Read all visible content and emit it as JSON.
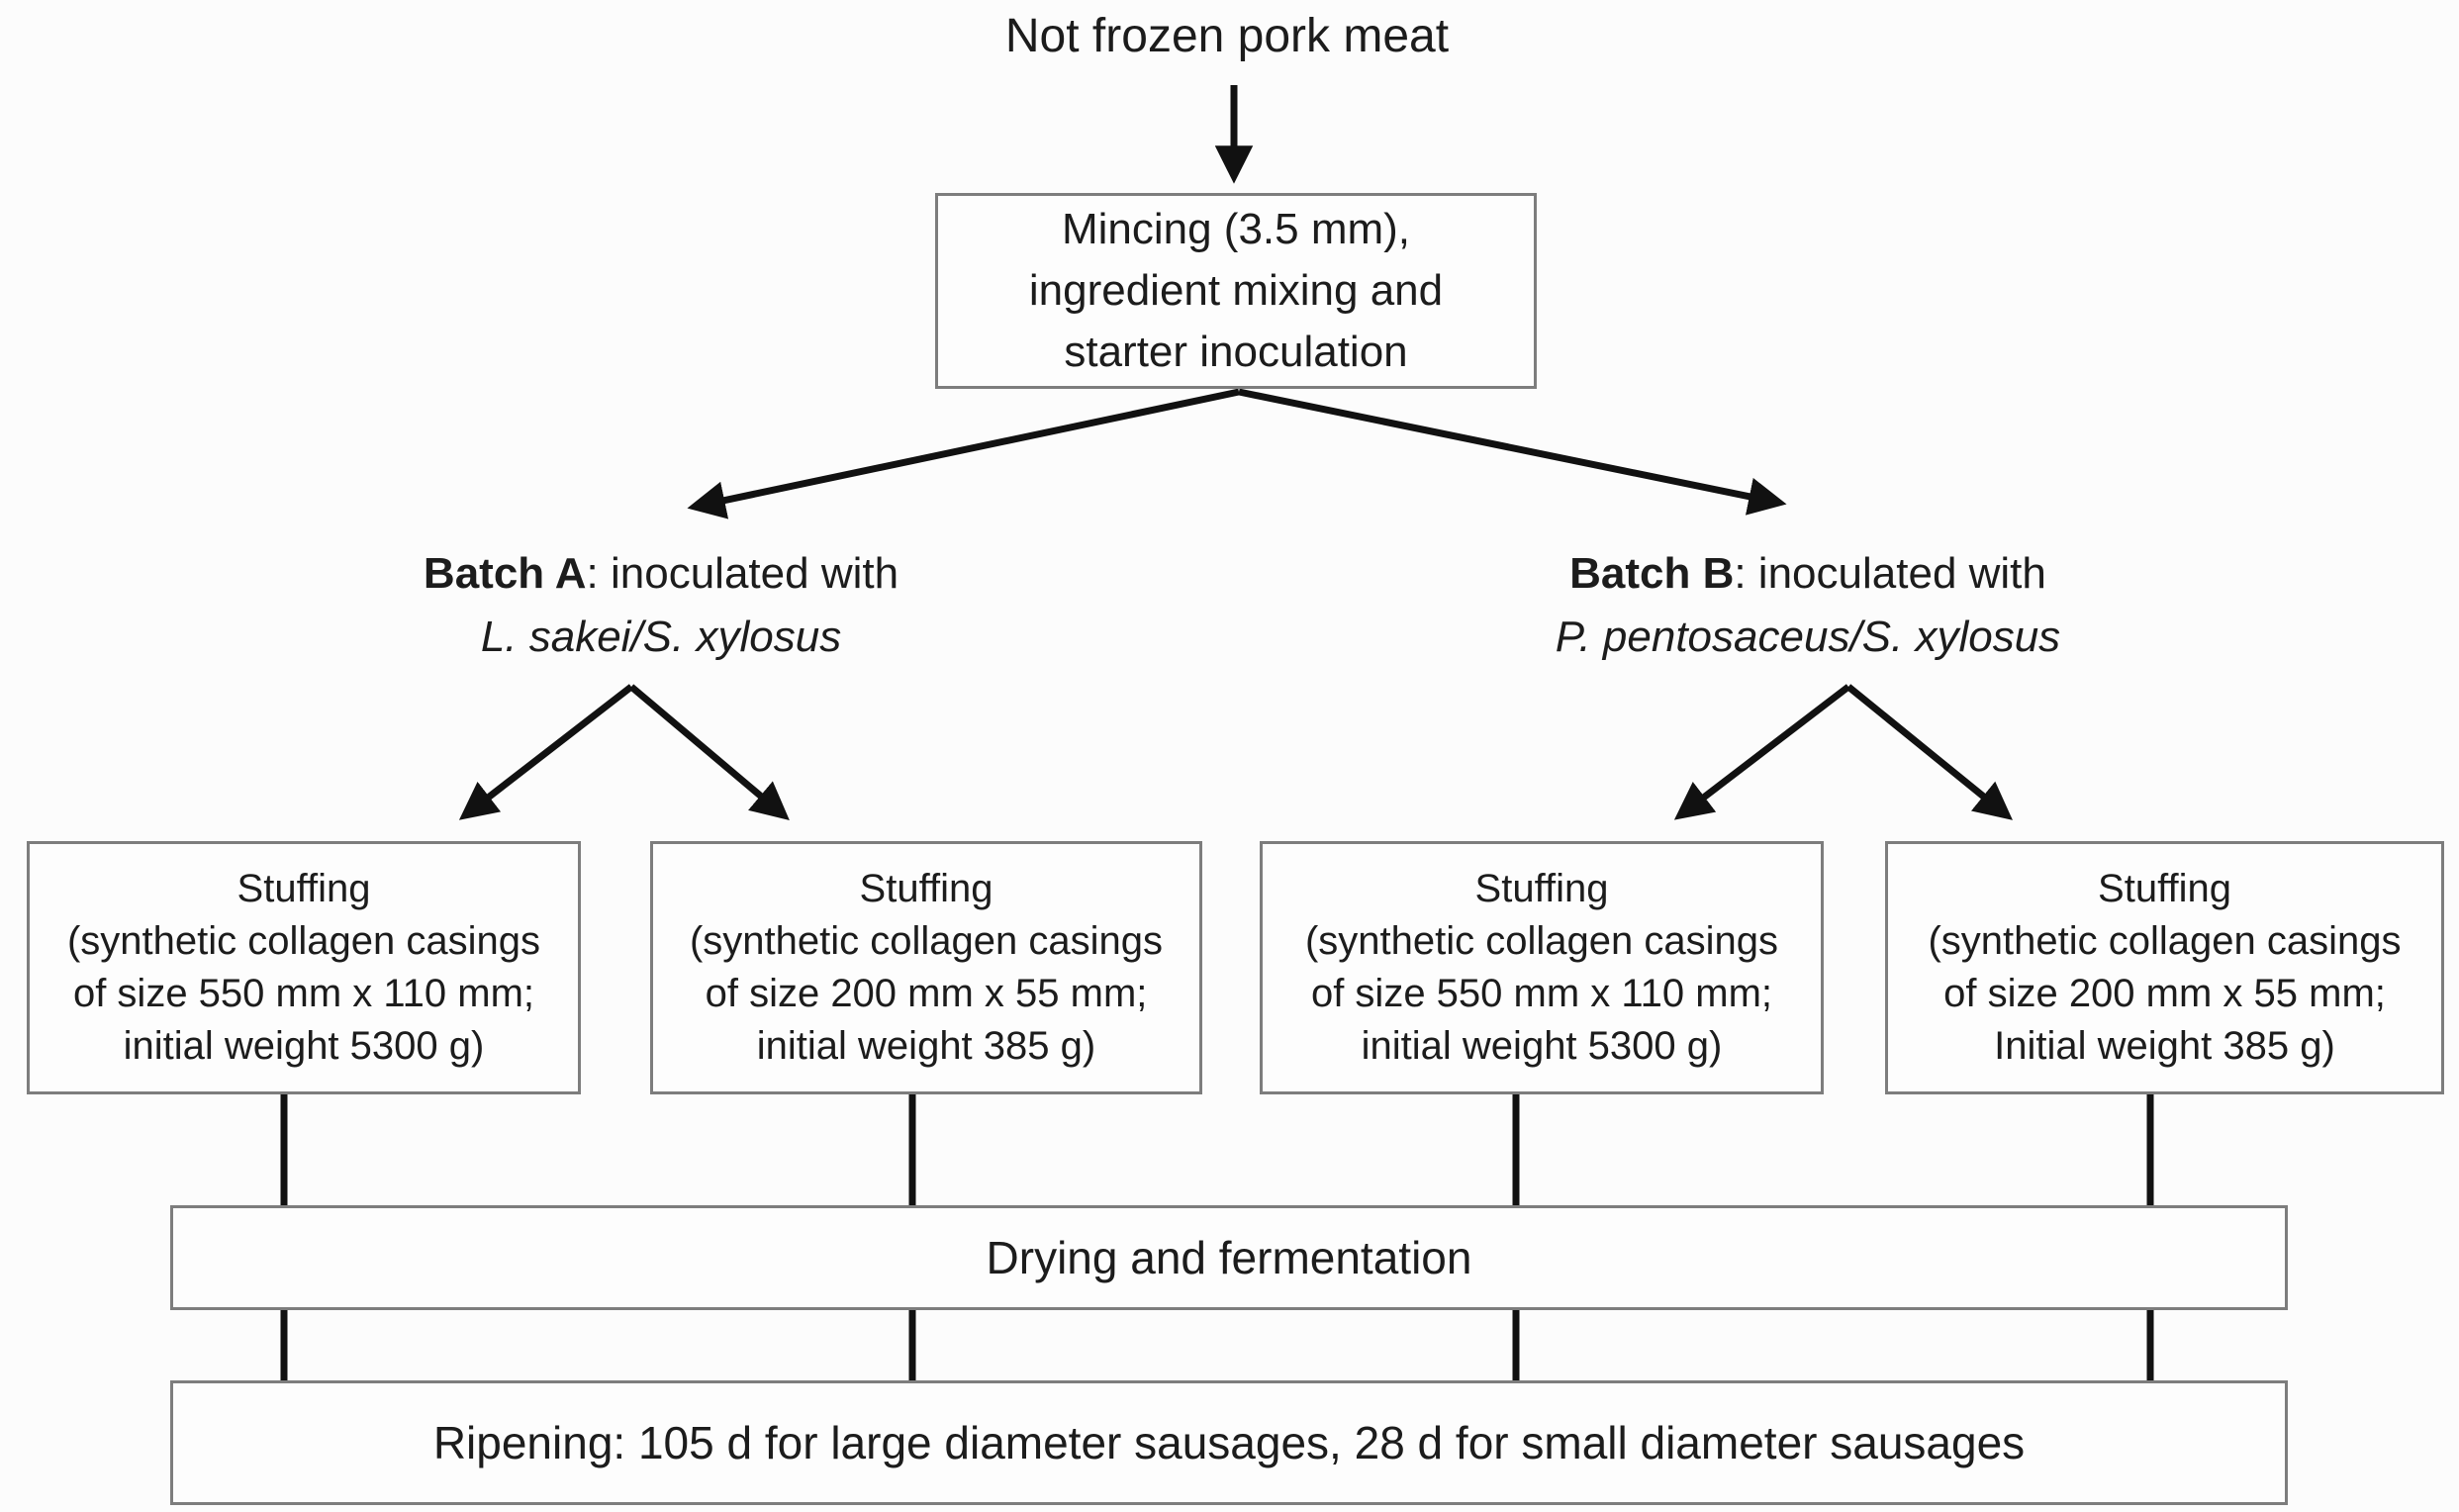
{
  "page": {
    "background_color": "#fcfcfc",
    "line_color": "#111111",
    "box_border_color": "#7d7d7d",
    "text_color": "#1c1c1c"
  },
  "flowchart": {
    "source_label": "Not frozen pork meat",
    "mincing_box": {
      "text": "Mincing (3.5 mm),\ningredient mixing and\nstarter inoculation"
    },
    "batch_a": {
      "name": "Batch A",
      "description": ": inoculated with",
      "strains": "L. sakei/S. xylosus"
    },
    "batch_b": {
      "name": "Batch B",
      "description": ": inoculated with",
      "strains": "P. pentosaceus/S. xylosus"
    },
    "stuffing_boxes": [
      {
        "text": "Stuffing\n(synthetic collagen casings\nof size 550 mm x 110 mm;\ninitial weight 5300 g)"
      },
      {
        "text": "Stuffing\n(synthetic collagen casings\nof size 200 mm x 55 mm;\ninitial weight 385 g)"
      },
      {
        "text": "Stuffing\n(synthetic collagen casings\nof size 550 mm x 110 mm;\ninitial weight 5300 g)"
      },
      {
        "text": "Stuffing\n(synthetic collagen casings\nof size 200 mm x 55 mm;\nInitial weight 385 g)"
      }
    ],
    "drying_box": {
      "text": "Drying and fermentation"
    },
    "ripening_box": {
      "text": "Ripening: 105 d for large diameter sausages, 28 d for small diameter sausages"
    }
  }
}
